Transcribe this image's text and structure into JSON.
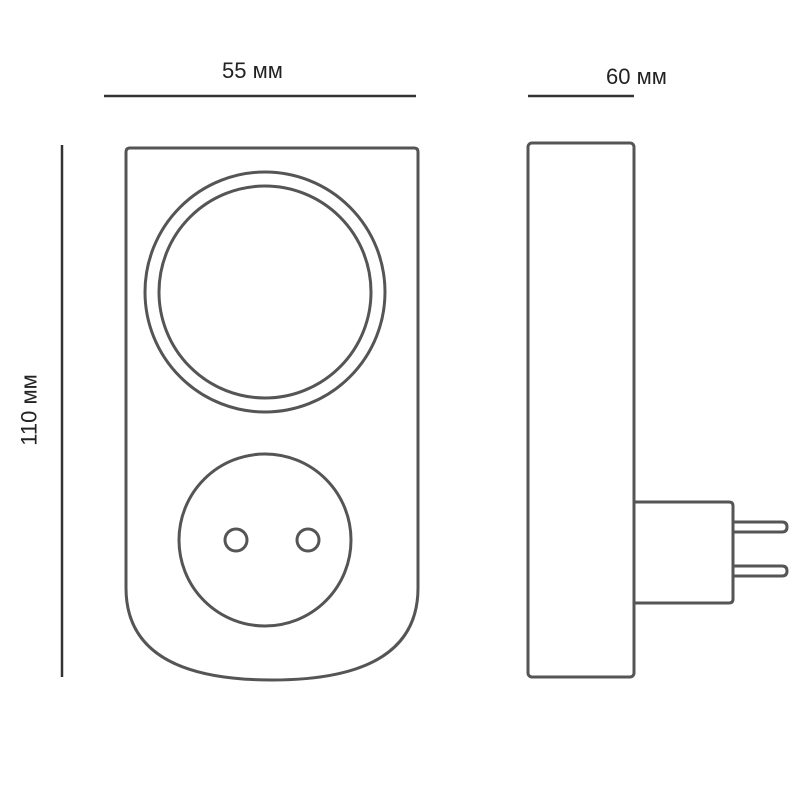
{
  "dimensions": {
    "width": "55 мм",
    "depth": "60 мм",
    "height": "110 мм"
  },
  "colors": {
    "stroke": "#555555",
    "dim_line": "#333333",
    "background": "#ffffff"
  }
}
